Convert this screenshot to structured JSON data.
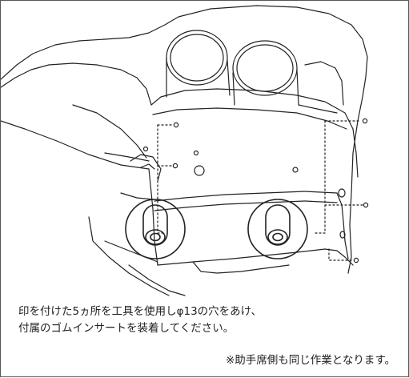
{
  "instructions": {
    "line1": "印を付けた5ヵ所を工具を使用しφ13の穴をあけ、",
    "line2": "付属のゴムインサートを装着してください。",
    "note": "※助手席側も同じ作業となります。"
  },
  "colors": {
    "line": "#222222",
    "frame": "#555555",
    "background": "#ffffff"
  }
}
